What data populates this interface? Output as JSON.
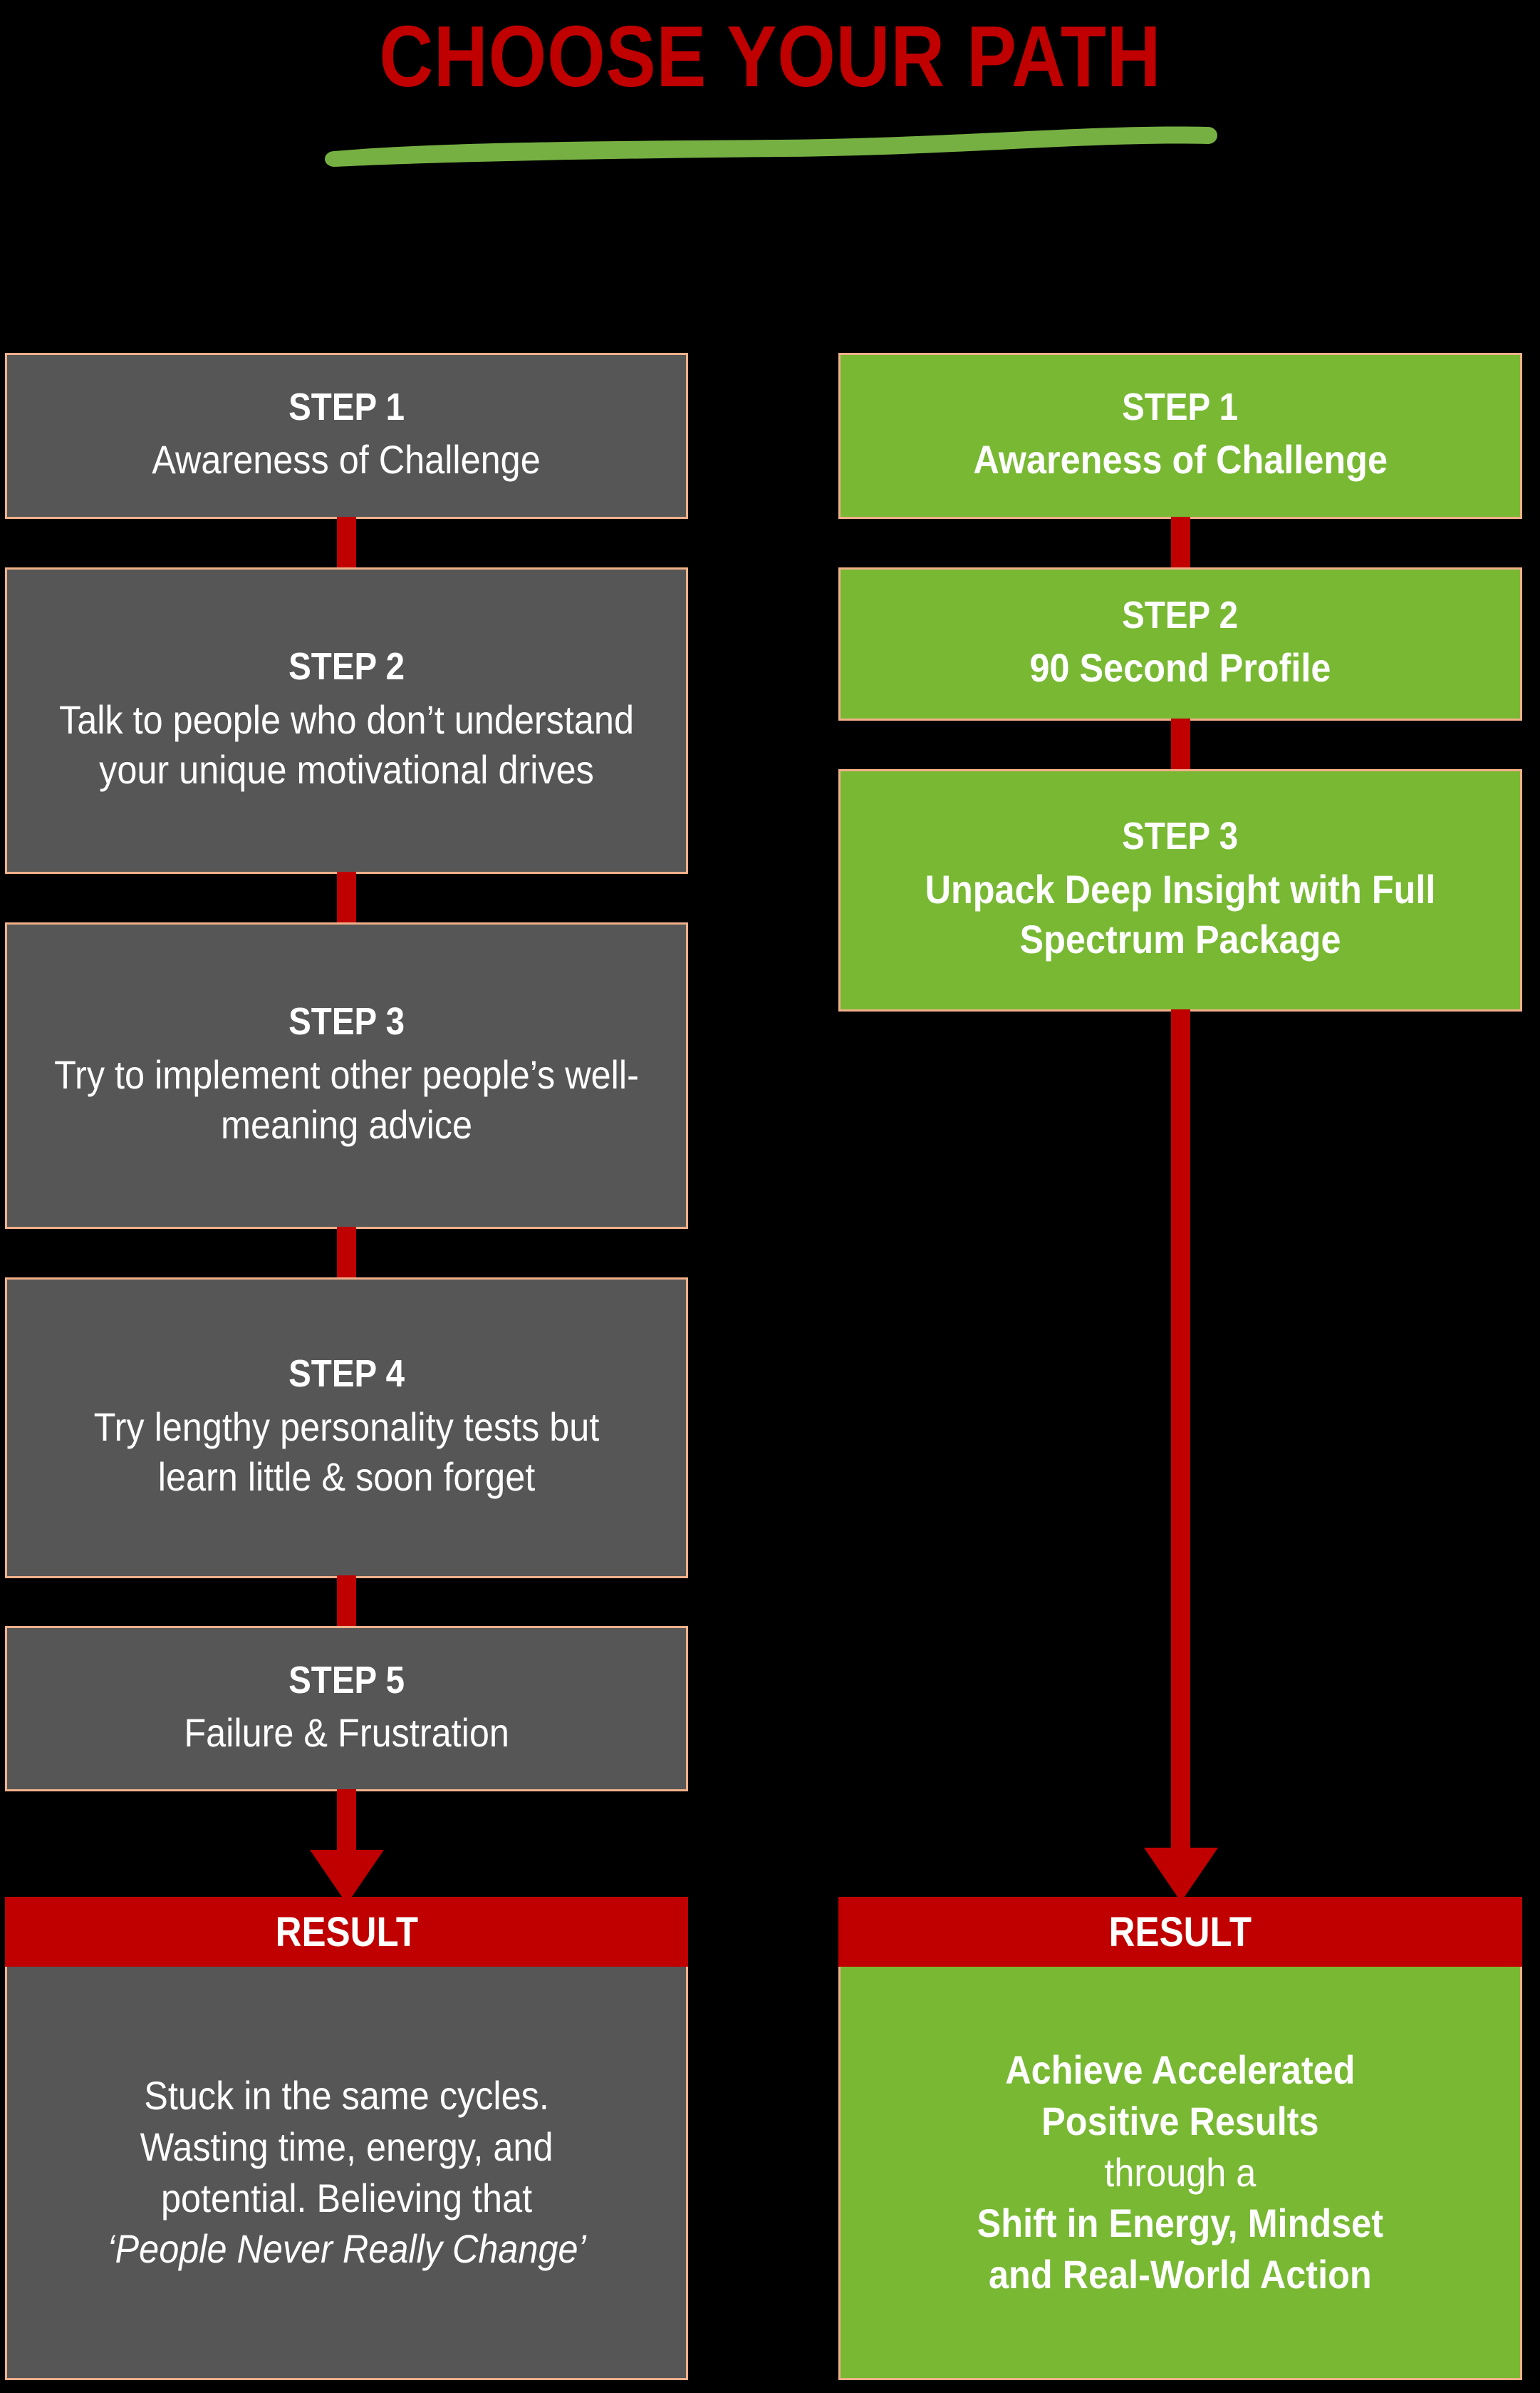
{
  "header": {
    "title": "CHOOSE YOUR PATH",
    "title_color": "#C00000",
    "underline_color": "#76B043",
    "underline_icon": "brush-stroke-underline"
  },
  "theme": {
    "background": "#000000",
    "box_border": "#F2B08A",
    "gray_fill": "#565656",
    "green_fill": "#78B833",
    "red_accent": "#C00000",
    "text_color": "#FFFFFF"
  },
  "columns": {
    "left": {
      "name": "old-path",
      "fill": "#565656",
      "steps": [
        {
          "label": "STEP 1",
          "body": "Awareness of Challenge"
        },
        {
          "label": "STEP 2",
          "body": "Talk to people who don’t understand your unique motivational drives"
        },
        {
          "label": "STEP 3",
          "body": "Try to implement other people’s well-meaning advice"
        },
        {
          "label": "STEP 4",
          "body": "Try lengthy personality tests but learn little & soon forget"
        },
        {
          "label": "STEP 5",
          "body": "Failure & Frustration"
        }
      ],
      "result": {
        "header": "RESULT",
        "body_lines": [
          "Stuck in the same cycles.",
          "Wasting time, energy, and",
          "potential. Believing that"
        ],
        "quote": "‘People Never Really Change’"
      }
    },
    "right": {
      "name": "new-path",
      "fill": "#78B833",
      "steps": [
        {
          "label": "STEP 1",
          "body": "Awareness of Challenge"
        },
        {
          "label": "STEP 2",
          "body": "90 Second Profile"
        },
        {
          "label": "STEP 3",
          "body": "Unpack Deep Insight with Full Spectrum Package"
        }
      ],
      "result": {
        "header": "RESULT",
        "line1": "Achieve Accelerated",
        "line2": "Positive Results",
        "line3": "through a",
        "line4": "Shift in Energy, Mindset",
        "line5": "and Real-World Action"
      }
    }
  }
}
